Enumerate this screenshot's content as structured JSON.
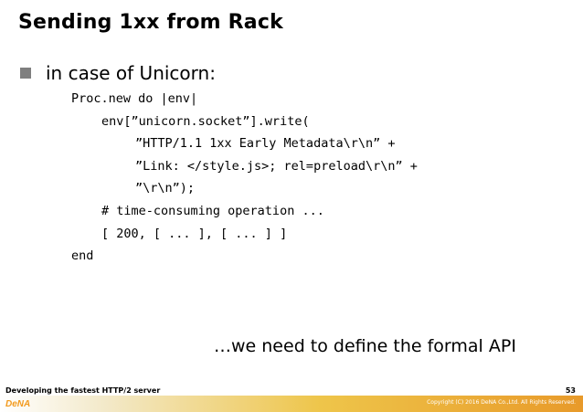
{
  "slide": {
    "title": "Sending 1xx from Rack",
    "bullet": "in case of Unicorn:",
    "code_lines": [
      "Proc.new do |env|",
      "env[”unicorn.socket”].write(",
      "”HTTP/1.1 1xx Early Metadata\\r\\n” +",
      "”Link: </style.js>; rel=preload\\r\\n” +",
      "”\\r\\n”);",
      "# time-consuming operation ...",
      "[ 200, [ ... ], [ ... ] ]",
      "end"
    ],
    "note": "…we need to define the formal API"
  },
  "footer": {
    "deck_title": "Developing the fastest HTTP/2 server",
    "page_number": "53",
    "logo_text": "DeNA",
    "copyright": "Copyright (C) 2016 DeNA Co.,Ltd. All Rights Reserved.",
    "bar_colors": [
      "#ffffff",
      "#f3e9c9",
      "#eec54a",
      "#e89a2a"
    ]
  },
  "colors": {
    "bullet_square": "#7f7f7f",
    "logo_orange": "#f29a1e"
  }
}
